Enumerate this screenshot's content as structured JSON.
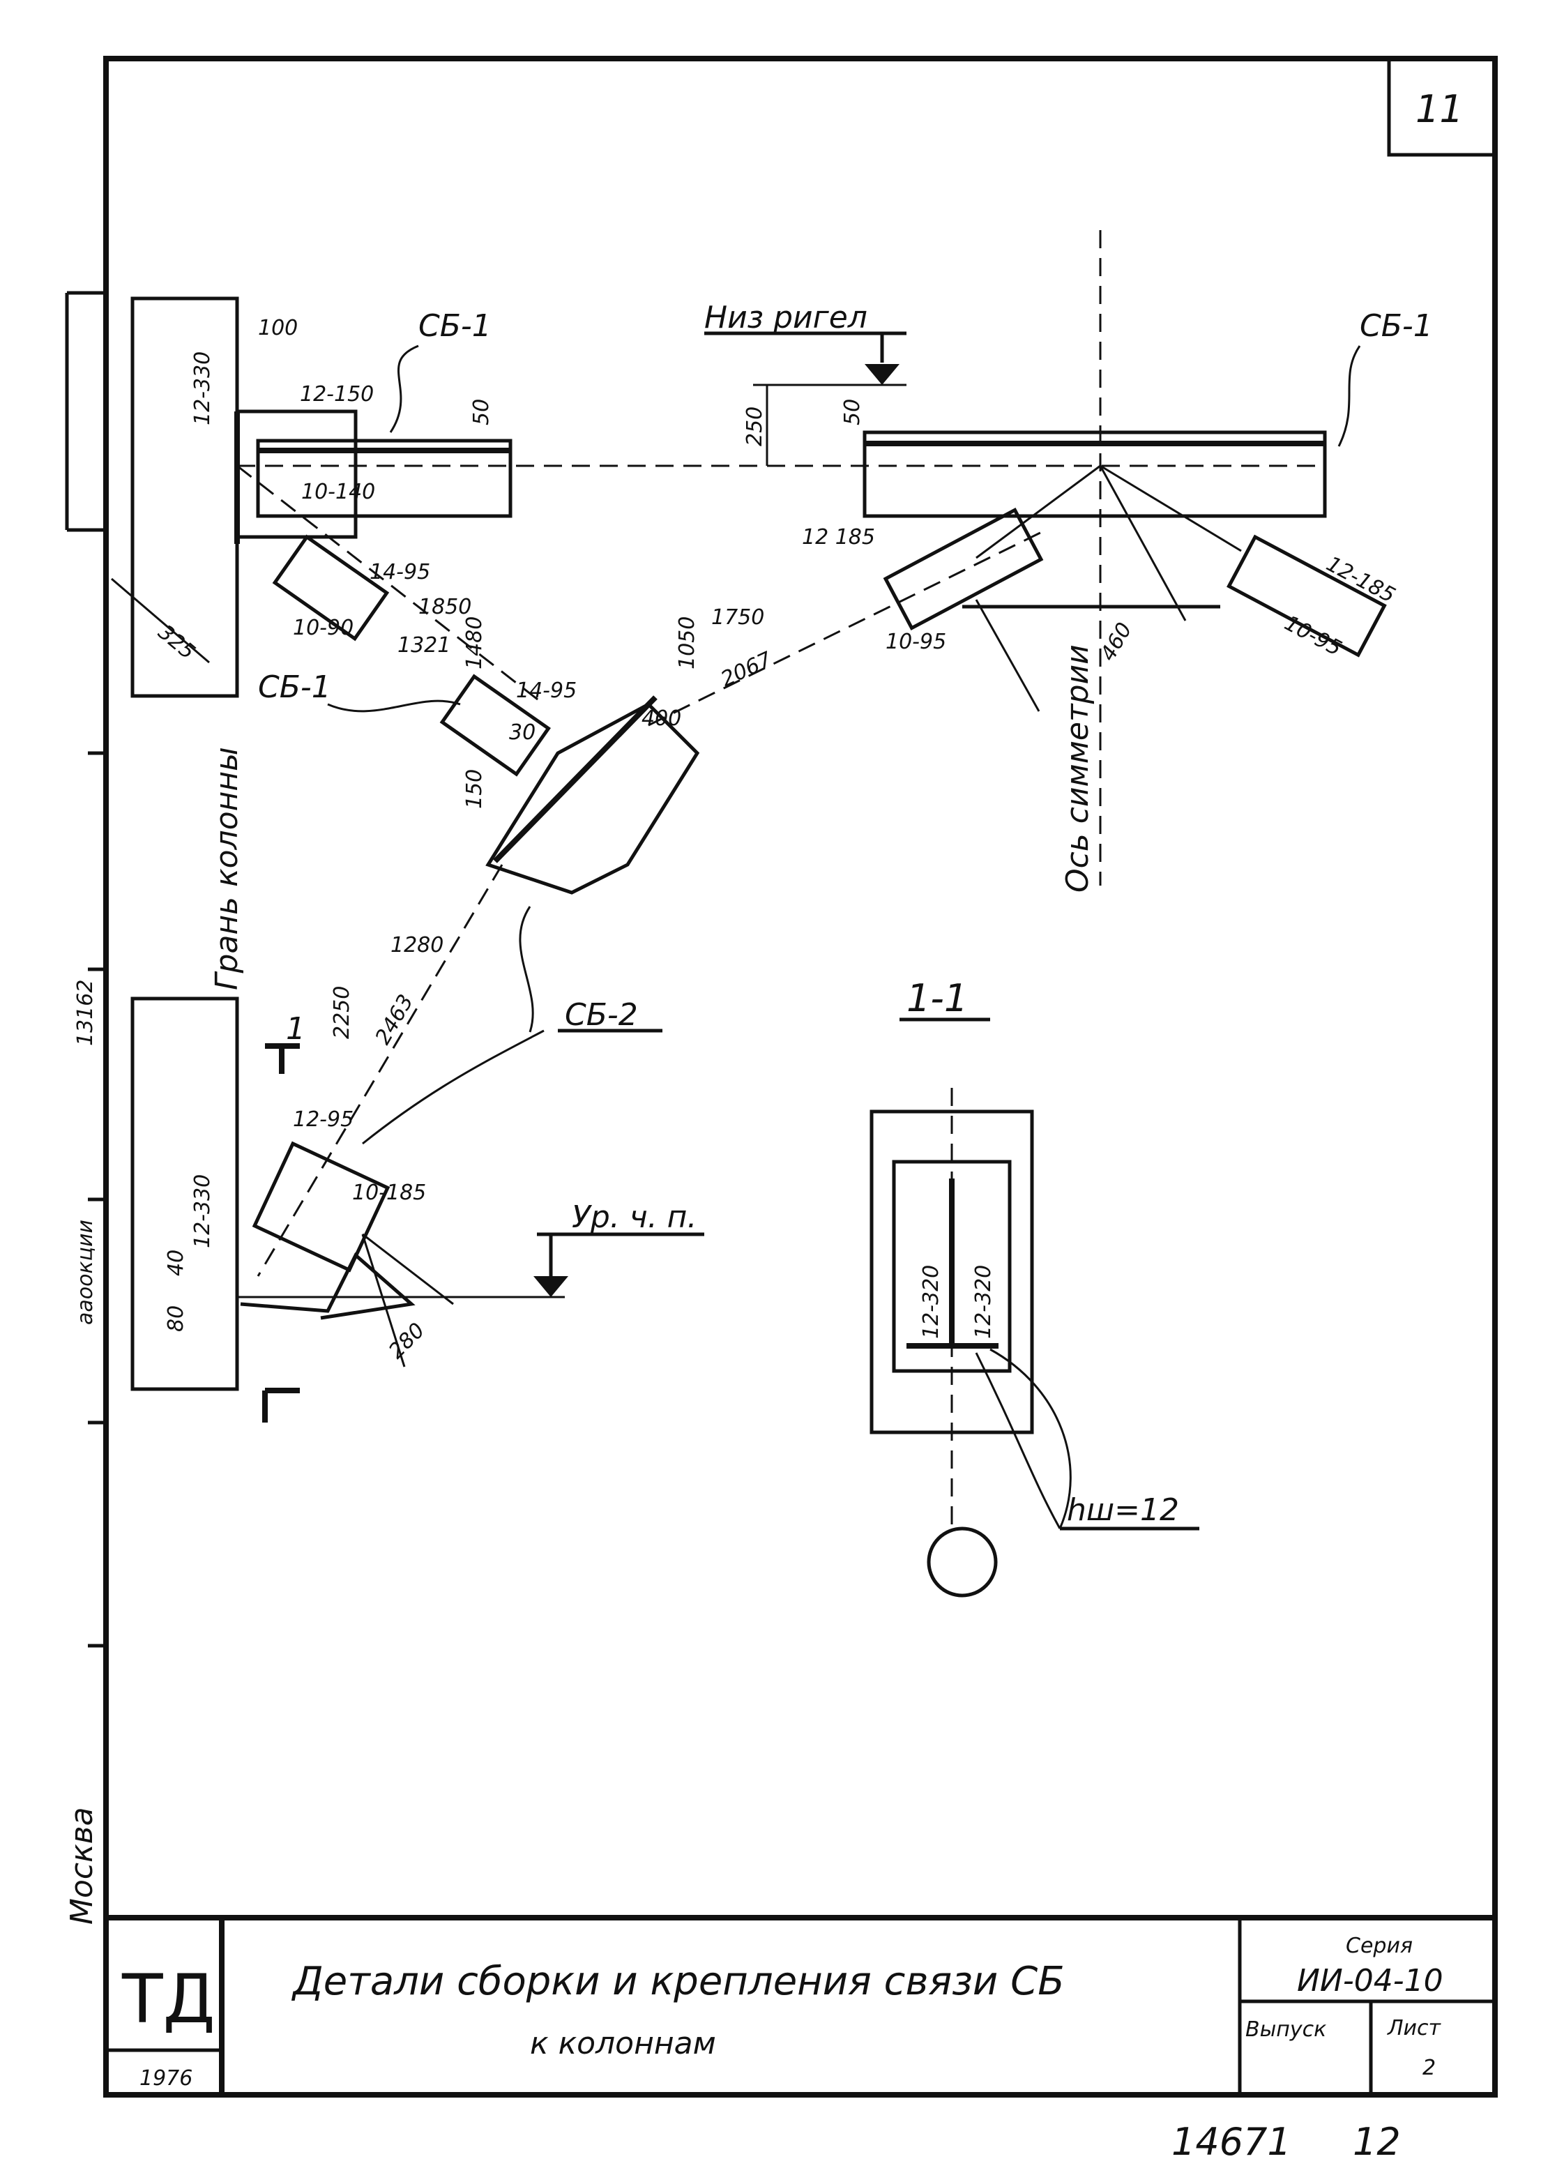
{
  "sheet": {
    "page_number": "11",
    "bottom_codes": {
      "inventory": "14671",
      "page": "12"
    },
    "side_city": "Москва",
    "side_misc": [
      "13162",
      "ааоокции"
    ]
  },
  "title_block": {
    "logo": "ТД",
    "year": "1976",
    "title_line1": "Детали сборки и крепления связи СБ",
    "title_line2": "к колоннам",
    "series_label": "Серия",
    "series_value": "ИИ-04-10",
    "issue_label": "Выпуск",
    "sheet_label": "Лист",
    "sheet_value": "2"
  },
  "drawing": {
    "labels": {
      "bottom_girder": "Низ ригел",
      "column_face": "Грань колонны",
      "symmetry_axis": "Ось симметрии",
      "floor_level": "Ур. ч. п.",
      "sb1_top_left": "СБ-1",
      "sb1_top_right": "СБ-1",
      "sb1_mid": "СБ-1",
      "sb2": "СБ-2",
      "section_mark": "1-1",
      "section_mark_left": "1",
      "weld": "hш=12"
    },
    "plates": {
      "p12_150": "12-150",
      "p10_140": "10-140",
      "p12_330_top": "12-330",
      "p14_95_a": "14-95",
      "p10_90": "10-90",
      "p14_95_b": "14-95",
      "p12_185_l": "12 185",
      "p10_95_l": "10-95",
      "p12_185_r": "12-185",
      "p10_95_r": "10-95",
      "p12_330_bot": "12-330",
      "p12_95": "12-95",
      "p10_185": "10-185",
      "sec_12_320_a": "12-320",
      "sec_12_320_b": "12-320"
    },
    "dimensions": {
      "d100": "100",
      "d50_top": "50",
      "d250": "250",
      "d50_right": "50",
      "d325": "325",
      "d1850": "1850",
      "d1480": "1480",
      "d1321": "1321",
      "d1750": "1750",
      "d1050": "1050",
      "d2067": "2067",
      "d460": "460",
      "d1280": "1280",
      "d2250": "2250",
      "d2463": "2463",
      "d280": "280",
      "d40": "40",
      "d80": "80",
      "d150": "150",
      "d30": "30",
      "d400": "400"
    }
  }
}
